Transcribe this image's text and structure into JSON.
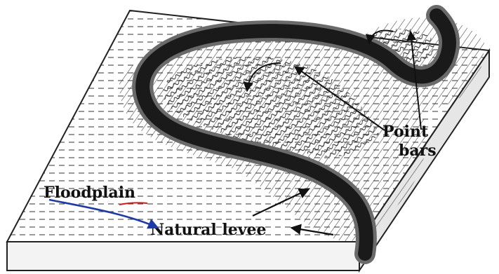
{
  "labels": {
    "point": "Point",
    "bars": "bars",
    "floodplain": "Floodplain",
    "natural_levee": "Natural levee"
  },
  "colors": {
    "ink": "#111111",
    "river": "#1a1a1a",
    "channel_wall": "#6a6a6a",
    "annotation_blue": "#1f3aa6",
    "annotation_red": "#d01c1c"
  }
}
